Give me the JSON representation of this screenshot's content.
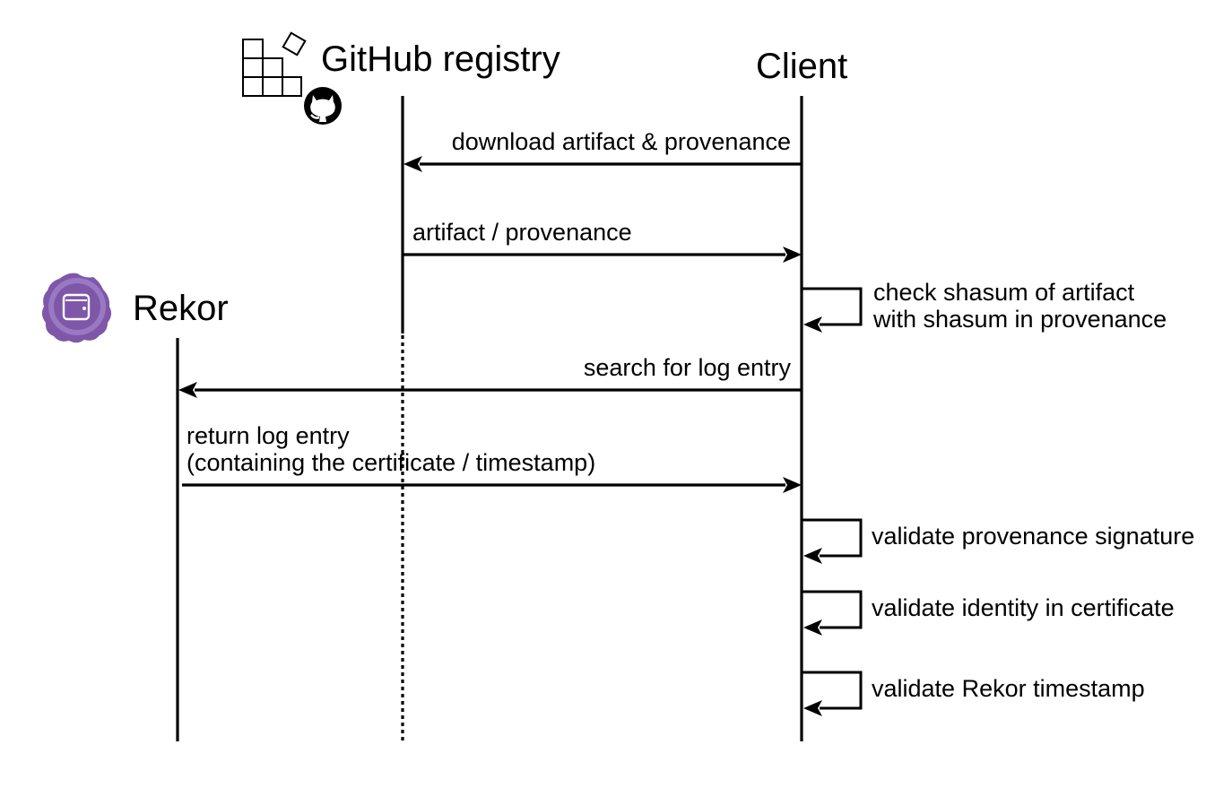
{
  "participants": {
    "github": {
      "title": "GitHub registry",
      "icon": "github-registry-icon"
    },
    "client": {
      "title": "Client"
    },
    "rekor": {
      "title": "Rekor",
      "icon": "rekor-seal-icon",
      "icon_color": "#7e57a9"
    }
  },
  "messages": [
    {
      "id": "download",
      "from": "client",
      "to": "github",
      "label_lines": [
        "download artifact & provenance"
      ]
    },
    {
      "id": "artifact-provenance",
      "from": "github",
      "to": "client",
      "label_lines": [
        "artifact / provenance"
      ]
    },
    {
      "id": "check-shasum",
      "from": "client",
      "to": "client",
      "label_lines": [
        "check shasum of artifact",
        "with shasum in provenance"
      ]
    },
    {
      "id": "search-log",
      "from": "client",
      "to": "rekor",
      "label_lines": [
        "search for log entry"
      ]
    },
    {
      "id": "return-log",
      "from": "rekor",
      "to": "client",
      "label_lines": [
        "return log entry",
        "(containing the certificate / timestamp)"
      ]
    },
    {
      "id": "validate-signature",
      "from": "client",
      "to": "client",
      "label_lines": [
        "validate provenance signature"
      ]
    },
    {
      "id": "validate-identity",
      "from": "client",
      "to": "client",
      "label_lines": [
        "validate identity in certificate"
      ]
    },
    {
      "id": "validate-timestamp",
      "from": "client",
      "to": "client",
      "label_lines": [
        "validate Rekor timestamp"
      ]
    }
  ]
}
